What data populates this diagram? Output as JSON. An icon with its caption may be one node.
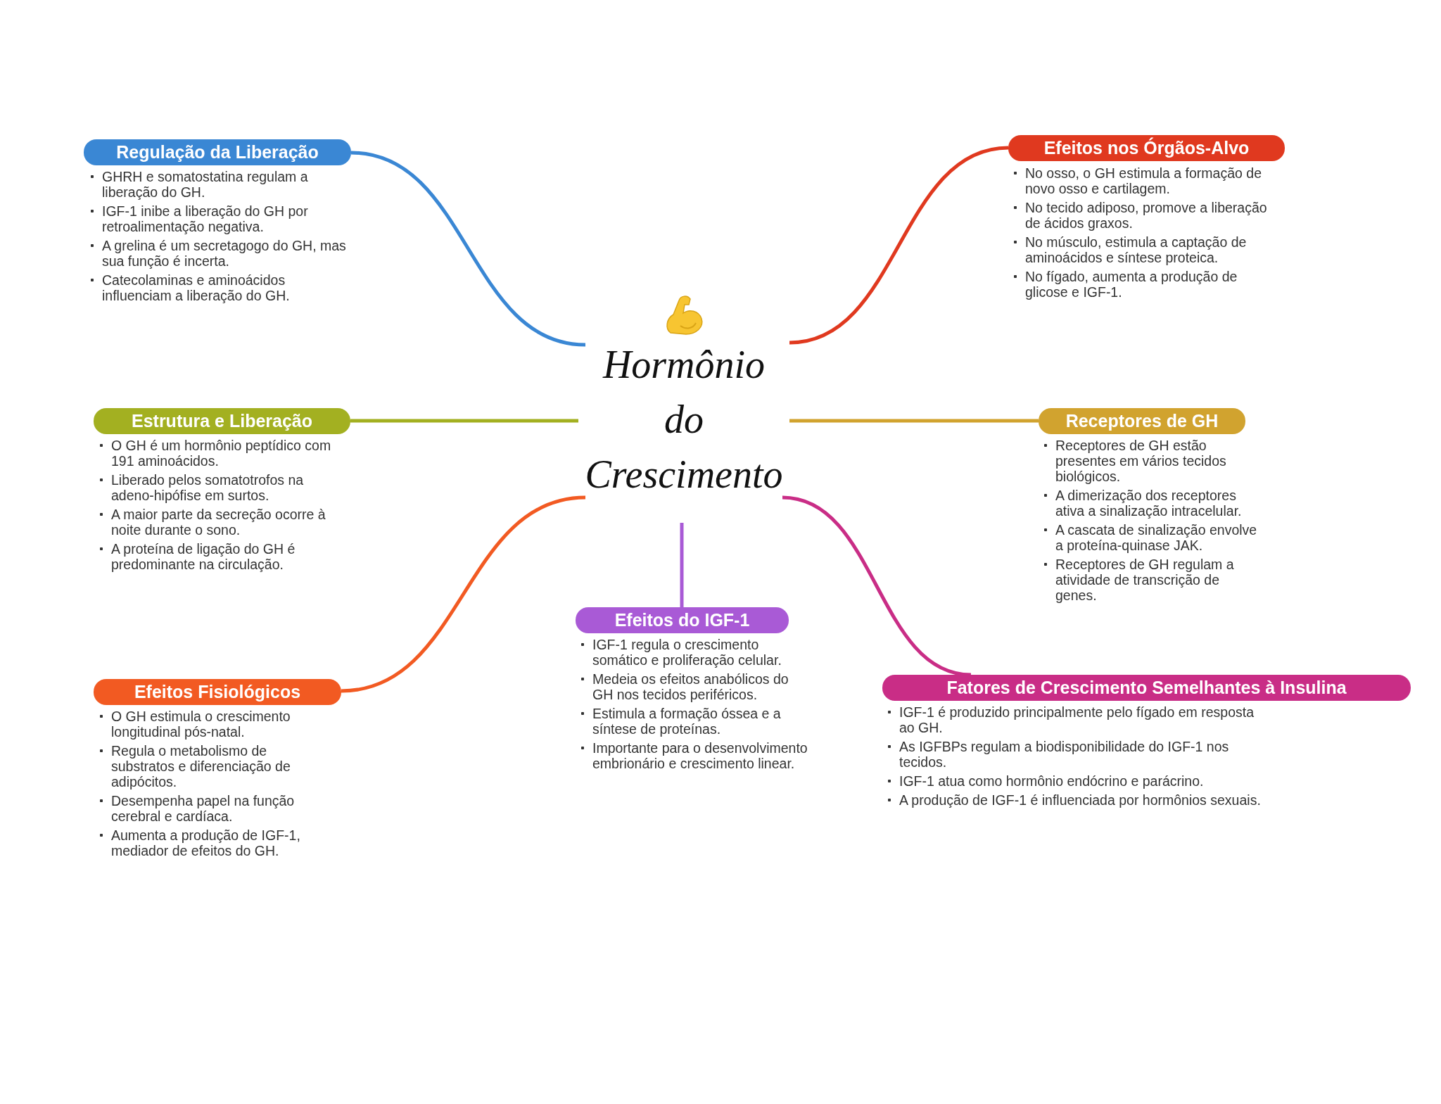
{
  "diagram": {
    "nodes": [
      {
        "text": [
          "Hormônio do Crescimento"
        ]
      },
      {
        "text": [
          "Regulação da Liberação"
        ],
        "beside": [
          "GHRH e somatostatina regulam a liberação do GH.",
          "IGF-1 inibe a liberação do GH por retroalimentação negativa.",
          "A grelina é um secretagogo do GH, mas sua função é incerta.",
          "Catecolaminas e aminoácidos influenciam a liberação do GH."
        ]
      },
      {
        "text": [
          "Efeitos nos Órgãos-Alvo"
        ],
        "beside": [
          "No osso, o GH estimula a formação de novo osso e cartilagem.",
          "No tecido adiposo, promove a liberação de ácidos graxos.",
          "No músculo, estimula a captação de aminoácidos e síntese proteica.",
          "No fígado, aumenta a produção de glicose e IGF-1."
        ]
      },
      {
        "text": [
          "Estrutura e Liberação"
        ],
        "beside": [
          "O GH é um hormônio peptídico com 191 aminoácidos.",
          "Liberado pelos somatotrofos na adeno-hipófise em surtos.",
          "A maior parte da secreção ocorre à noite durante o sono.",
          "A proteína de ligação do GH é predominante na circulação."
        ]
      },
      {
        "text": [
          "Receptores de GH"
        ],
        "beside": [
          "Receptores de GH estão presentes em vários tecidos biológicos.",
          "A dimerização dos receptores ativa a sinalização intracelular.",
          "A cascata de sinalização envolve a proteína-quinase JAK.",
          "Receptores de GH regulam a atividade de transcrição de genes."
        ]
      },
      {
        "text": [
          "Efeitos Fisiológicos"
        ],
        "beside": [
          "O GH estimula o crescimento longitudinal pós-natal.",
          "Regula o metabolismo de substratos e diferenciação de adipócitos.",
          "Desempenha papel na função cerebral e cardíaca.",
          "Aumenta a produção de IGF-1, mediador de efeitos do GH."
        ]
      },
      {
        "text": [
          "Efeitos do IGF-1"
        ],
        "beside": [
          "IGF-1 regula o crescimento somático e proliferação celular.",
          "Medeia os efeitos anabólicos do GH nos tecidos periféricos.",
          "Estimula a formação óssea e a síntese de proteínas.",
          "Importante para o desenvolvimento embrionário e crescimento linear."
        ]
      },
      {
        "text": [
          "Fatores de Crescimento Semelhantes à Insulina"
        ],
        "beside": [
          "IGF-1 é produzido principalmente pelo fígado em resposta ao GH.",
          "As IGFBPs regulam a biodisponibilidade do IGF-1 nos tecidos.",
          "IGF-1 atua como hormônio endócrino e parácrino.",
          "A produção de IGF-1 é influenciada por hormônios sexuais."
        ]
      }
    ],
    "edges": [
      {
        "from": 0,
        "to": 1,
        "arrow": "none",
        "color": "#3a87d4"
      },
      {
        "from": 0,
        "to": 2,
        "arrow": "none",
        "color": "#e0391f"
      },
      {
        "from": 0,
        "to": 3,
        "arrow": "none",
        "color": "#a3b021"
      },
      {
        "from": 0,
        "to": 4,
        "arrow": "none",
        "color": "#d1a32f"
      },
      {
        "from": 0,
        "to": 5,
        "arrow": "none",
        "color": "#f25a22"
      },
      {
        "from": 0,
        "to": 6,
        "arrow": "none",
        "color": "#a95ad6"
      },
      {
        "from": 0,
        "to": 7,
        "arrow": "none",
        "color": "#c92d86"
      }
    ]
  }
}
